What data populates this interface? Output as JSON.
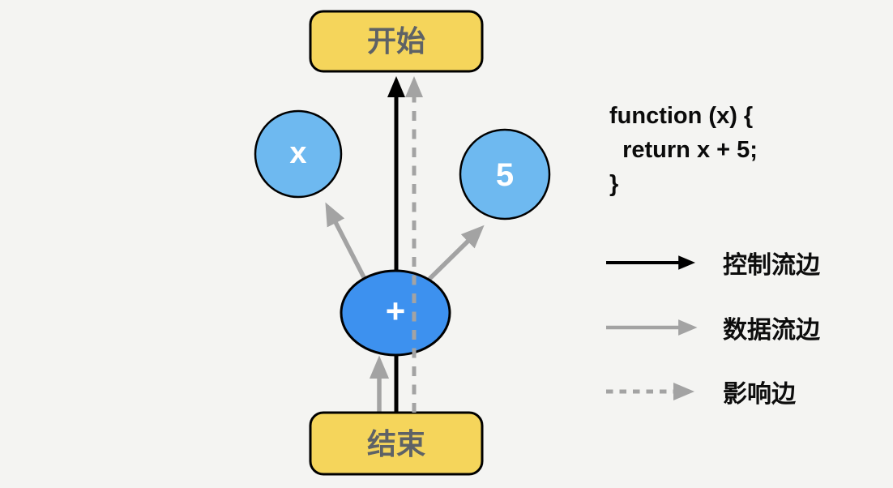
{
  "colors": {
    "background": "#F4F4F2",
    "node_yellow": "#F5D55B",
    "node_light_blue": "#6EB9F0",
    "node_blue": "#3D91EF",
    "node_border": "#000000",
    "edge_black": "#000000",
    "edge_gray": "#A3A3A3",
    "box_label_gray": "#5E6266",
    "circle_label_white": "#FFFFFF"
  },
  "diagram": {
    "nodes": {
      "start": {
        "label": "开始",
        "shape": "rounded-rect"
      },
      "end": {
        "label": "结束",
        "shape": "rounded-rect"
      },
      "var_x": {
        "label": "x",
        "shape": "circle"
      },
      "const_5": {
        "label": "5",
        "shape": "circle"
      },
      "plus_op": {
        "label": "+",
        "shape": "ellipse"
      }
    },
    "edges": [
      {
        "from": "end",
        "to": "start",
        "type": "control-flow"
      },
      {
        "from": "end",
        "to": "start",
        "type": "influence"
      },
      {
        "from": "plus_op",
        "to": "var_x",
        "type": "data-flow"
      },
      {
        "from": "plus_op",
        "to": "const_5",
        "type": "data-flow"
      },
      {
        "from": "end",
        "to": "plus_op",
        "type": "data-flow"
      }
    ]
  },
  "code_snippet": "function (x) {\n  return x + 5;\n}",
  "legend": {
    "items": [
      {
        "id": "control-flow",
        "label": "控制流边",
        "style": "solid",
        "color": "#000000"
      },
      {
        "id": "data-flow",
        "label": "数据流边",
        "style": "solid",
        "color": "#A3A3A3"
      },
      {
        "id": "influence",
        "label": "影响边",
        "style": "dashed",
        "color": "#A3A3A3"
      }
    ]
  }
}
